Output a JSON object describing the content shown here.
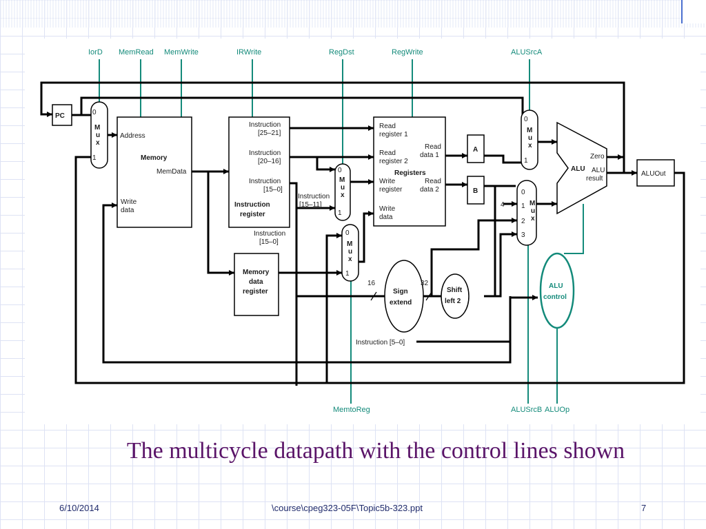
{
  "caption": "The multicycle datapath with the control lines shown",
  "footer": {
    "date": "6/10/2014",
    "path": "\\course\\cpeg323-05F\\Topic5b-323.ppt",
    "page": "7"
  },
  "diagram": {
    "control_signals": {
      "iord": "IorD",
      "memread": "MemRead",
      "memwrite": "MemWrite",
      "irwrite": "IRWrite",
      "regdst": "RegDst",
      "regwrite": "RegWrite",
      "alusrca": "ALUSrcA",
      "memtoreg": "MemtoReg",
      "alusrcb": "ALUSrcB",
      "aluop": "ALUOp"
    },
    "pc": "PC",
    "mux_letters": [
      "M",
      "u",
      "x"
    ],
    "mux_in0": "0",
    "mux_in1": "1",
    "mux_in2": "2",
    "mux_in3": "3",
    "memory": {
      "address": "Address",
      "title": "Memory",
      "memdata": "MemData",
      "write_data_1": "Write",
      "write_data_2": "data"
    },
    "ir": {
      "f1_a": "Instruction",
      "f1_b": "[25–21]",
      "f2_a": "Instruction",
      "f2_b": "[20–16]",
      "f3_a": "Instruction",
      "f3_b": "[15–0]",
      "title_1": "Instruction",
      "title_2": "register",
      "below_a": "Instruction",
      "below_b": "[15–0]",
      "side_a": "Instruction",
      "side_b": "[15–11]"
    },
    "mdr": [
      "Memory",
      "data",
      "register"
    ],
    "registers": {
      "rr1_a": "Read",
      "rr1_b": "register 1",
      "rr2_a": "Read",
      "rr2_b": "register 2",
      "title": "Registers",
      "wr_a": "Write",
      "wr_b": "register",
      "wd_a": "Write",
      "wd_b": "data",
      "rd1_a": "Read",
      "rd1_b": "data 1",
      "rd2_a": "Read",
      "rd2_b": "data 2"
    },
    "reg_a": "A",
    "reg_b": "B",
    "const_4": "4",
    "alu": {
      "title": "ALU",
      "zero": "Zero",
      "result_1": "ALU",
      "result_2": "result"
    },
    "aluout": "ALUOut",
    "sign_extend": [
      "Sign",
      "extend"
    ],
    "shift_left": [
      "Shift",
      "left 2"
    ],
    "alu_control": [
      "ALU",
      "control"
    ],
    "width_16": "16",
    "width_32": "32",
    "instr_5_0": "Instruction [5–0]"
  }
}
